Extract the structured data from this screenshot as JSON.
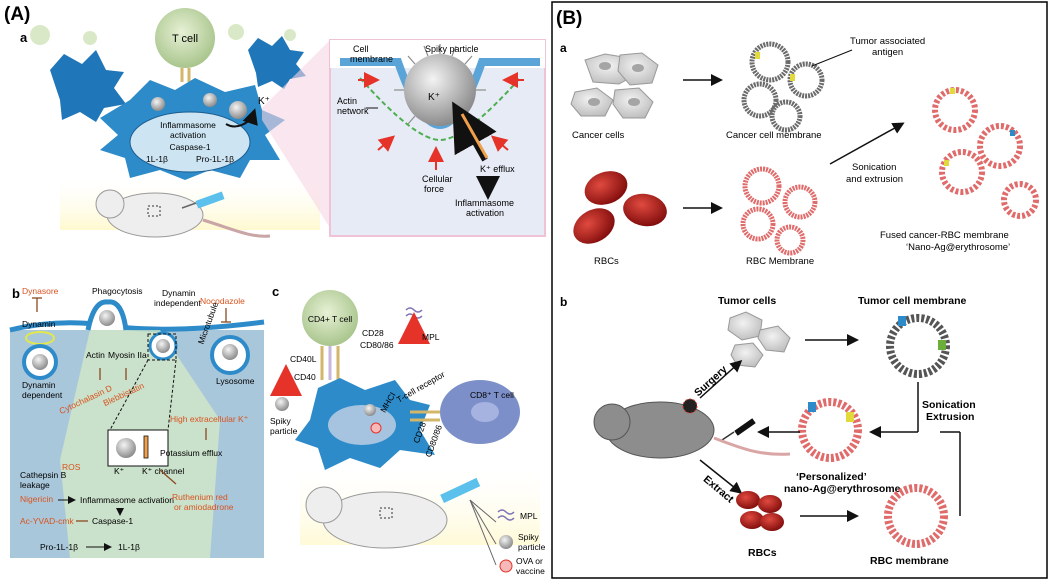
{
  "panel_A": {
    "label": "(A)",
    "a": {
      "label": "a",
      "t_cell": "T cell",
      "k_plus": "K⁺",
      "inflammasome": "Inflammasome",
      "activation": "activation",
      "caspase": "Caspase-1",
      "il1b": "1L-1β",
      "pro_il1b": "Pro-1L-1β",
      "cell_membrane_1": "Cell",
      "cell_membrane_2": "membrane",
      "spiky_particle": "Spiky particle",
      "actin_1": "Actin",
      "actin_2": "network",
      "k_inside": "K⁺",
      "k_efflux": "K⁺ efflux",
      "cellular_1": "Cellular",
      "cellular_2": "force",
      "inflam_1": "Inflammasome",
      "inflam_2": "activation"
    },
    "b": {
      "label": "b",
      "dynasore": "Dynasore",
      "dynamin": "Dynamin",
      "phagocytosis": "Phagocytosis",
      "dynamin_indep_1": "Dynamin",
      "dynamin_indep_2": "independent",
      "nocodazole": "Nocodazole",
      "actin": "Actin",
      "myosin": "Myosin IIa",
      "microtubule": "Microtubule",
      "dyn_dep_1": "Dynamin",
      "dyn_dep_2": "dependent",
      "cytochalasin": "Cytochalasin D",
      "blebbistatin": "Blebbistatin",
      "lysosome": "Lysosome",
      "high_k": "High extracellular K⁺",
      "ros": "ROS",
      "k_mark": "K⁺",
      "potassium_efflux": "Potassium efflux",
      "k_channel": "K⁺ channel",
      "cathepsin_1": "Cathepsin B",
      "cathepsin_2": "leakage",
      "nigericin": "Nigericin",
      "inflammasome_activation": "Inflammasome activation",
      "ruthenium_1": "Ruthenium red",
      "ruthenium_2": "or amiodadrone",
      "ac_yvad": "Ac-YVAD-cmk",
      "caspase": "Caspase-1",
      "pro_il1b": "Pro-1L-1β",
      "il1b": "1L-1β"
    },
    "c": {
      "label": "c",
      "cd4": "CD4+ T cell",
      "cd28_top": "CD28",
      "cd80_top": "CD80/86",
      "mpl_top": "MPL",
      "cd40l": "CD40L",
      "cd40": "CD40",
      "tcr": "T-cell receptor",
      "mhci": "MHCI",
      "cd8": "CD8⁺ T cell",
      "spiky_1": "Spiky",
      "spiky_2": "particle",
      "cd28_bot": "CD28",
      "cd80_bot": "CD80/86",
      "legend_mpl": "MPL",
      "legend_spiky_1": "Spiky",
      "legend_spiky_2": "particle",
      "legend_ova_1": "OVA or",
      "legend_ova_2": "vaccine"
    }
  },
  "panel_B": {
    "label": "(B)",
    "a": {
      "label": "a",
      "cancer_cells": "Cancer cells",
      "cancer_membrane": "Cancer cell membrane",
      "tumor_antigen_1": "Tumor associated",
      "tumor_antigen_2": "antigen",
      "sonication_1": "Sonication",
      "sonication_2": "and extrusion",
      "rbcs": "RBCs",
      "rbc_membrane": "RBC Membrane",
      "fused_1": "Fused cancer-RBC membrane",
      "fused_2": "‘Nano-Ag@erythrosome’"
    },
    "b": {
      "label": "b",
      "tumor_cells": "Tumor cells",
      "tumor_membrane": "Tumor cell membrane",
      "surgery": "Surgery",
      "sonication": "Sonication",
      "extrusion": "Extrusion",
      "personalized_1": "‘Personalized’",
      "personalized_2": "nano-Ag@erythrosome",
      "extract": "Extract",
      "rbcs": "RBCs",
      "rbc_membrane": "RBC membrane"
    }
  },
  "colors": {
    "cell_blue": "#2d8bc9",
    "membrane_blue": "#5ba4d8",
    "rbc_red": "#b71c1c",
    "inhibitor_red": "#d9531e",
    "panel_border": "#000000"
  }
}
